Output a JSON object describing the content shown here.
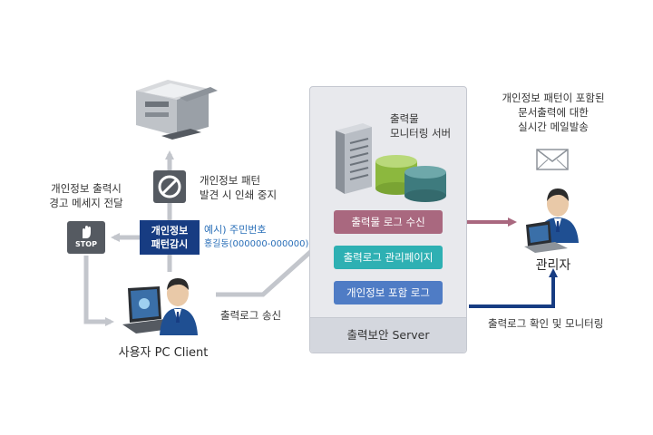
{
  "server": {
    "monitor_title_line1": "출력물",
    "monitor_title_line2": "모니터링 서버",
    "pill_receive": "출력물 로그 수신",
    "pill_manage": "출력로그 관리페이지",
    "pill_privacy_log": "개인정보 포함 로그",
    "footer_label": "출력보안 Server"
  },
  "client": {
    "label": "사용자 PC Client",
    "send_label": "출력로그 송신",
    "warning_line1": "개인정보 출력시",
    "warning_line2": "경고 메세지 전달",
    "stop_label": "STOP"
  },
  "monitor_badge": {
    "line1": "개인정보",
    "line2": "패턴감시"
  },
  "example": {
    "line1": "예시) 주민번호",
    "line2": "홍길동(000000-000000)"
  },
  "print_stop": {
    "line1": "개인정보 패턴",
    "line2": "발견 시 인쇄 중지"
  },
  "admin": {
    "label": "관리자",
    "mail_line1": "개인정보 패턴이 포함된",
    "mail_line2": "문서출력에 대한",
    "mail_line3": "실시간 메일발송",
    "monitor_label": "출력로그 확인 및 모니터링"
  },
  "colors": {
    "arrow_gray": "#c3c6cc",
    "arrow_mauve": "#a9687f",
    "arrow_navy": "#173c82",
    "badge_navy": "#173c82",
    "example_blue": "#2a6fb8",
    "pill_mauve": "#a9687f",
    "pill_teal": "#2eb0b3",
    "pill_blue": "#4f7cc5"
  },
  "icons": [
    "printer-icon",
    "block-sign-icon",
    "stop-hand-icon",
    "laptop-user-icon",
    "server-tower-icon",
    "database-green-icon",
    "database-teal-icon",
    "envelope-icon",
    "admin-user-icon"
  ]
}
